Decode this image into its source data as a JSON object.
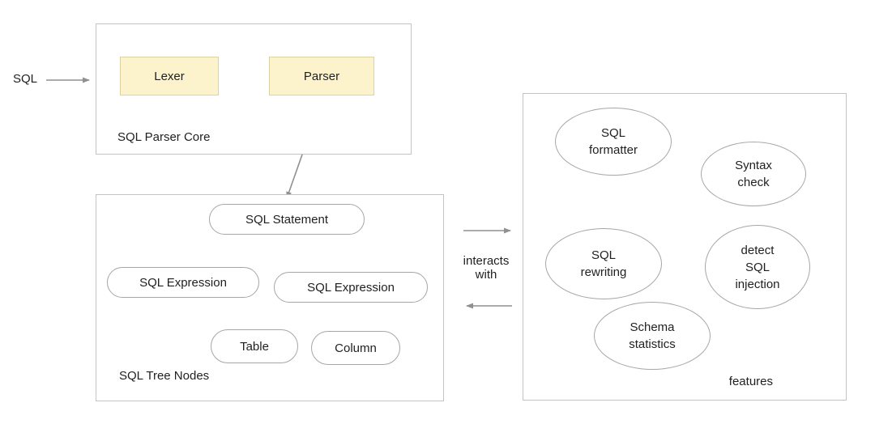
{
  "colors": {
    "box_border": "#c4c4c4",
    "node_border": "#a6a6a6",
    "arrow": "#909090",
    "yellow_fill": "#fcf3cd",
    "yellow_border": "#ddd3a0",
    "text": "#1f1f1f"
  },
  "input_label": "SQL",
  "parser_core": {
    "title": "SQL Parser Core",
    "lexer": "Lexer",
    "parser": "Parser"
  },
  "tree": {
    "title": "SQL Tree Nodes",
    "statement": "SQL Statement",
    "expression_left": "SQL Expression",
    "expression_right": "SQL Expression",
    "table": "Table",
    "column": "Column"
  },
  "interaction": {
    "label": "interacts\nwith"
  },
  "features": {
    "title": "features",
    "items": [
      "SQL\nformatter",
      "Syntax\ncheck",
      "SQL\nrewriting",
      "detect\nSQL\ninjection",
      "Schema\nstatistics"
    ]
  }
}
